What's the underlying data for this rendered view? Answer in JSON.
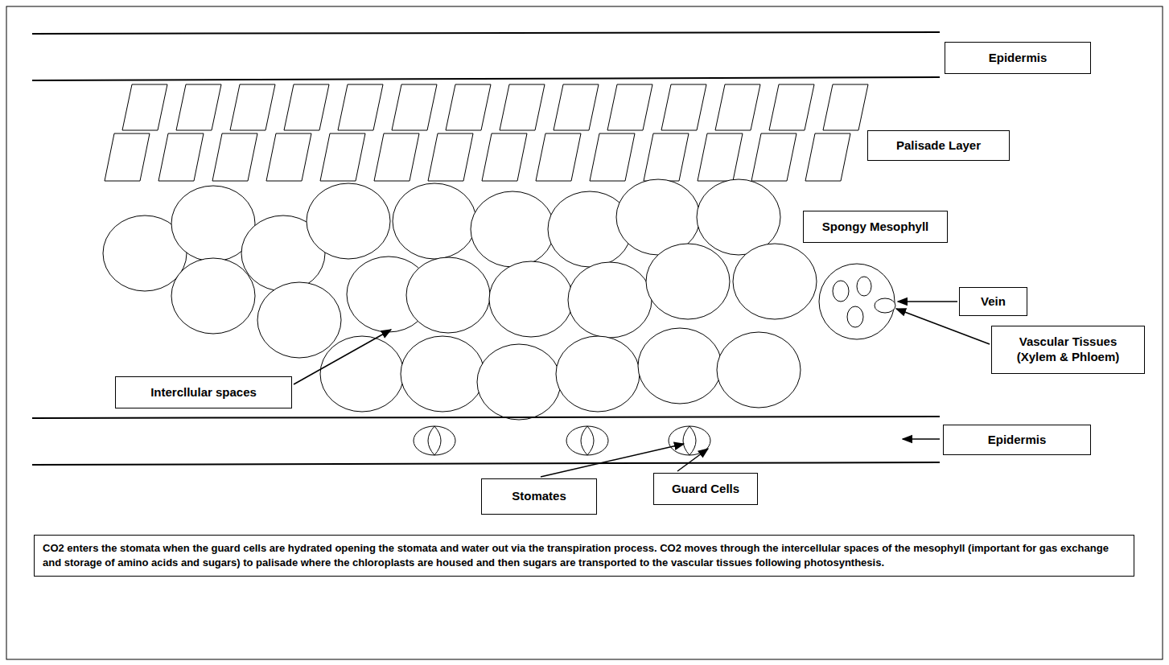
{
  "diagram": {
    "caption": "CO2 enters the stomata when the guard cells are hydrated opening the stomata and water out via the transpiration process. CO2 moves through the intercellular spaces of the mesophyll (important for gas exchange and storage of amino acids and sugars) to palisade where the chloroplasts are housed and then sugars are transported to the vascular tissues following photosynthesis.",
    "nodes": [
      {
        "text": [
          "Epidermis"
        ]
      },
      {
        "text": [
          "Palisade Layer"
        ]
      },
      {
        "text": [
          "Spongy Mesophyll"
        ]
      },
      {
        "text": [
          "Vein"
        ]
      },
      {
        "text": [
          "Vascular Tissues (Xylem & Phloem)"
        ]
      },
      {
        "text": [
          "Intercllular spaces"
        ]
      },
      {
        "text": [
          "Epidermis"
        ]
      },
      {
        "text": [
          "Stomates"
        ]
      },
      {
        "text": [
          "Guard Cells"
        ]
      }
    ]
  }
}
